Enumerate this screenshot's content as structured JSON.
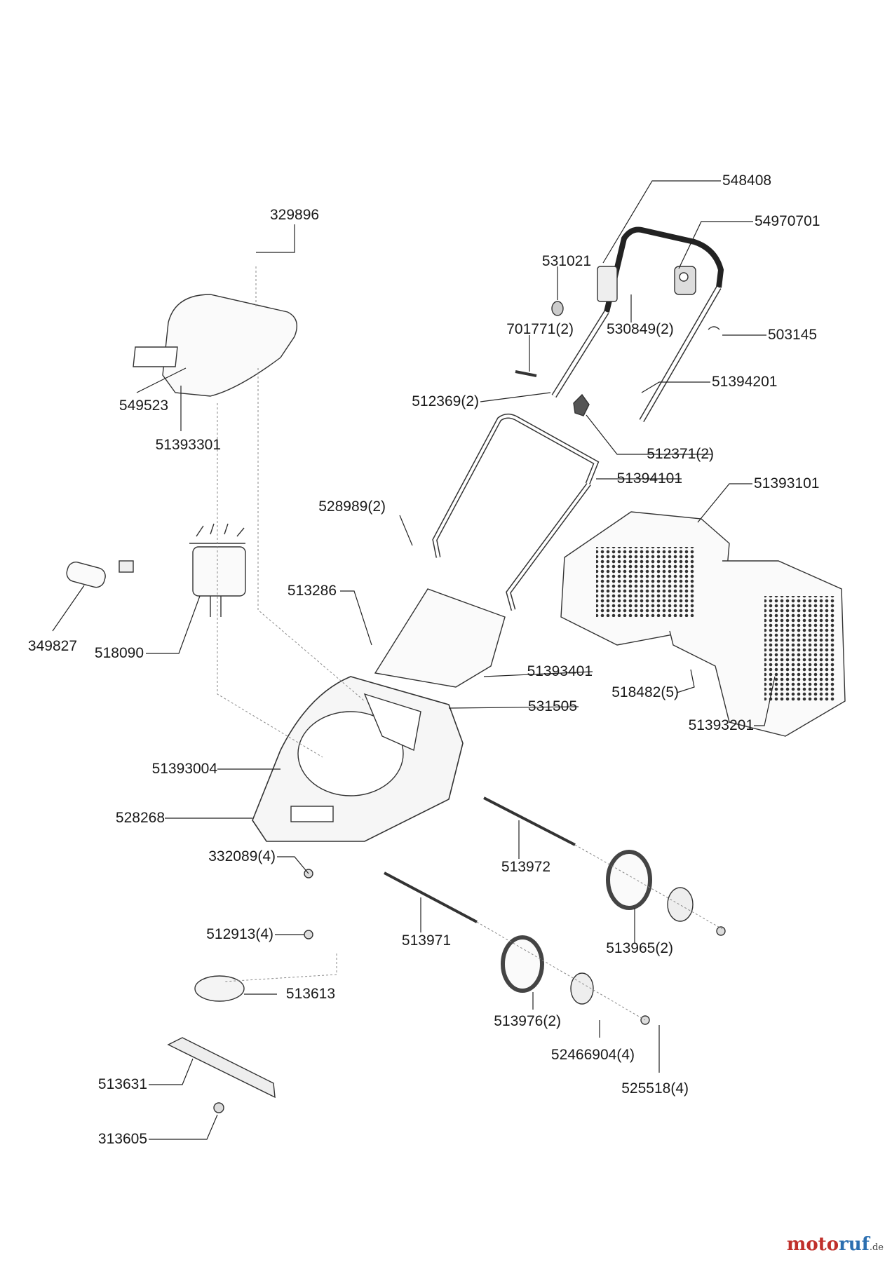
{
  "parts": [
    {
      "id": "p548408",
      "label": "548408"
    },
    {
      "id": "p54970701",
      "label": "54970701"
    },
    {
      "id": "p531021",
      "label": "531021"
    },
    {
      "id": "p530849",
      "label": "530849(2)"
    },
    {
      "id": "p503145",
      "label": "503145"
    },
    {
      "id": "p701771",
      "label": "701771(2)"
    },
    {
      "id": "p51394201",
      "label": "51394201"
    },
    {
      "id": "p512369",
      "label": "512369(2)"
    },
    {
      "id": "p512371",
      "label": "512371(2)"
    },
    {
      "id": "p51394101",
      "label": "51394101"
    },
    {
      "id": "p51393101",
      "label": "51393101"
    },
    {
      "id": "p528989",
      "label": "528989(2)"
    },
    {
      "id": "p329896",
      "label": "329896"
    },
    {
      "id": "p549523",
      "label": "549523"
    },
    {
      "id": "p51393301",
      "label": "51393301"
    },
    {
      "id": "p349827",
      "label": "349827"
    },
    {
      "id": "p518090",
      "label": "518090"
    },
    {
      "id": "p513286",
      "label": "513286"
    },
    {
      "id": "p51393401",
      "label": "51393401"
    },
    {
      "id": "p531505",
      "label": "531505"
    },
    {
      "id": "p518482",
      "label": "518482(5)"
    },
    {
      "id": "p51393201",
      "label": "51393201"
    },
    {
      "id": "p51393004",
      "label": "51393004"
    },
    {
      "id": "p528268",
      "label": "528268"
    },
    {
      "id": "p332089",
      "label": "332089(4)"
    },
    {
      "id": "p513972",
      "label": "513972"
    },
    {
      "id": "p512913",
      "label": "512913(4)"
    },
    {
      "id": "p513971",
      "label": "513971"
    },
    {
      "id": "p513965",
      "label": "513965(2)"
    },
    {
      "id": "p513613",
      "label": "513613"
    },
    {
      "id": "p513976",
      "label": "513976(2)"
    },
    {
      "id": "p52466904",
      "label": "52466904(4)"
    },
    {
      "id": "p513631",
      "label": "513631"
    },
    {
      "id": "p525518",
      "label": "525518(4)"
    },
    {
      "id": "p313605",
      "label": "313605"
    }
  ],
  "watermark": {
    "part1": "moto",
    "part2": "ruf",
    "suffix": ".de"
  }
}
